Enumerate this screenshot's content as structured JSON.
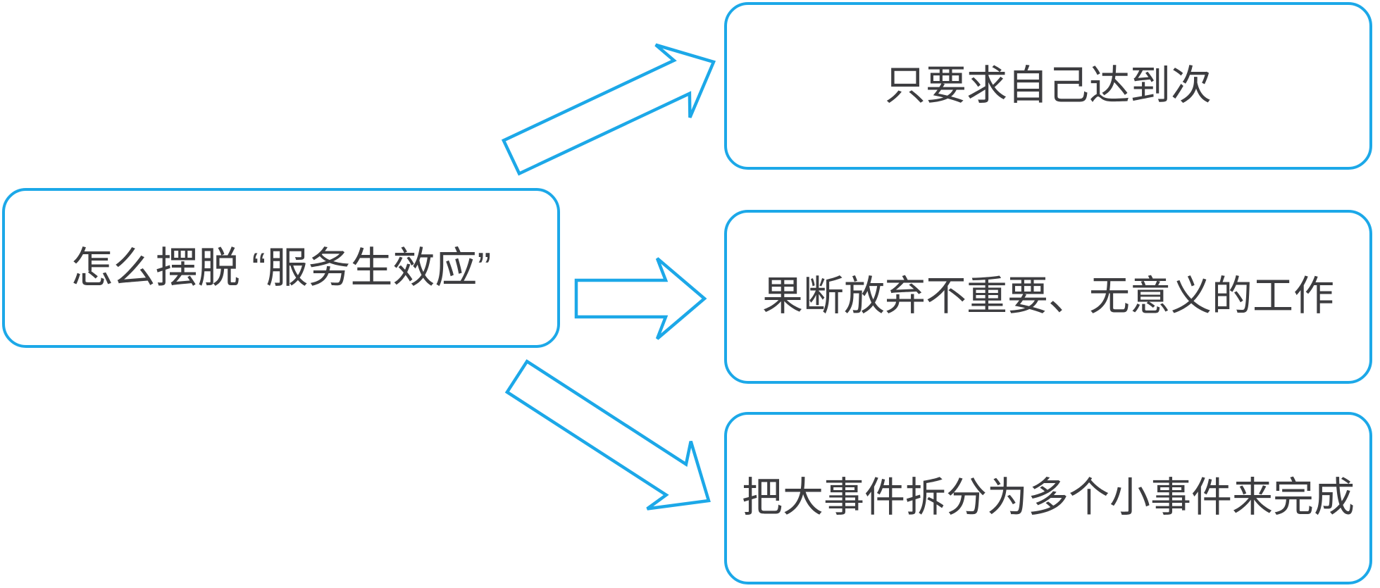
{
  "colors": {
    "accent": "#1CA8E8",
    "text": "#3D3D40",
    "background": "#FFFFFF",
    "node_fill": "#FFFFFF"
  },
  "diagram": {
    "type": "mind-map-branch-diagram",
    "root": {
      "label": "怎么摆脱 “服务生效应”"
    },
    "branches": [
      {
        "label": "只要求自己达到次"
      },
      {
        "label": "果断放弃不重要、无意义的工作"
      },
      {
        "label": "把大事件拆分为多个小事件来完成"
      }
    ],
    "connectors": [
      {
        "icon": "arrow-up-right-icon"
      },
      {
        "icon": "arrow-right-icon"
      },
      {
        "icon": "arrow-down-right-icon"
      }
    ]
  }
}
